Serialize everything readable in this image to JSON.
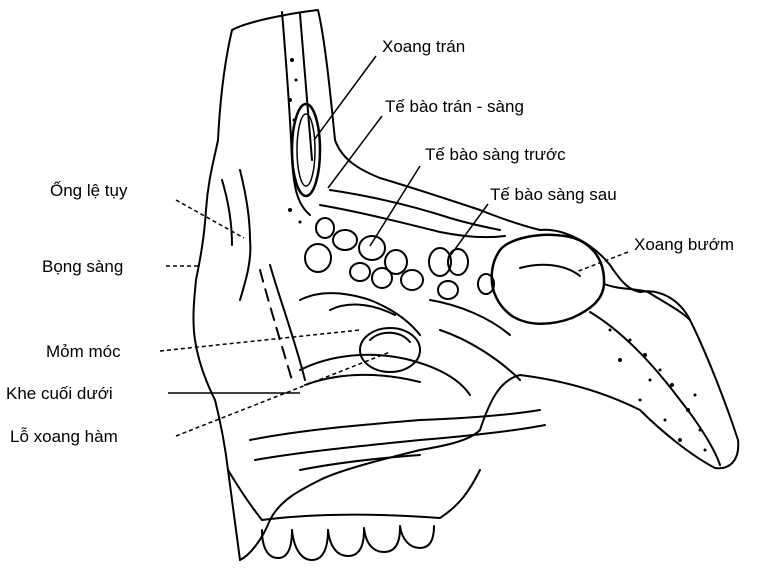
{
  "labels": {
    "xoang_tran": "Xoang trán",
    "te_bao_tran_sang": "Tế bào trán - sàng",
    "te_bao_sang_truoc": "Tế bào sàng trước",
    "te_bao_sang_sau": "Tế bào sàng sau",
    "xoang_buom": "Xoang bướm",
    "ong_le_tuy": "Ống lệ tụy",
    "bong_sang": "Bọng sàng",
    "mom_moc": "Mỏm móc",
    "khe_cuoi_duoi": "Khe cuối dưới",
    "lo_xoang_ham": "Lỗ xoang hàm"
  }
}
